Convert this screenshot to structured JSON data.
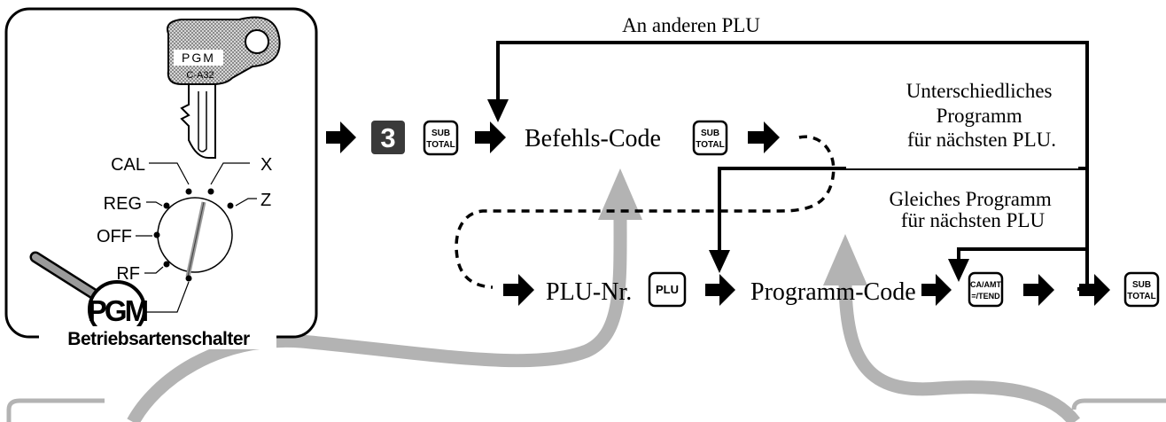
{
  "flow": {
    "top_loop_label": "An anderen PLU",
    "right_label_1": [
      "Unterschiedliches",
      "Programm",
      "für nächsten PLU."
    ],
    "right_label_2": [
      "Gleiches Programm",
      "für nächsten PLU"
    ],
    "number_key": "3",
    "befehls_code": "Befehls-Code",
    "plu_nr": "PLU-Nr.",
    "programm_code": "Programm-Code"
  },
  "keys": {
    "sub_total_line1": "SUB",
    "sub_total_line2": "TOTAL",
    "plu": "PLU",
    "ca_amt_line1": "CA/AMT",
    "ca_amt_line2": "=/TEND"
  },
  "mode_switch": {
    "key_label": "PGM",
    "key_model": "C-A32",
    "positions": [
      "CAL",
      "REG",
      "OFF",
      "RF",
      "X",
      "Z"
    ],
    "selected_position": "PGM",
    "caption": "Betriebsartenschalter"
  },
  "colors": {
    "ink": "#000000",
    "arrow_gray": "#b3b3b3",
    "keycap_dark": "#3a3a3a",
    "key_stipple": "#9a9a9a"
  }
}
